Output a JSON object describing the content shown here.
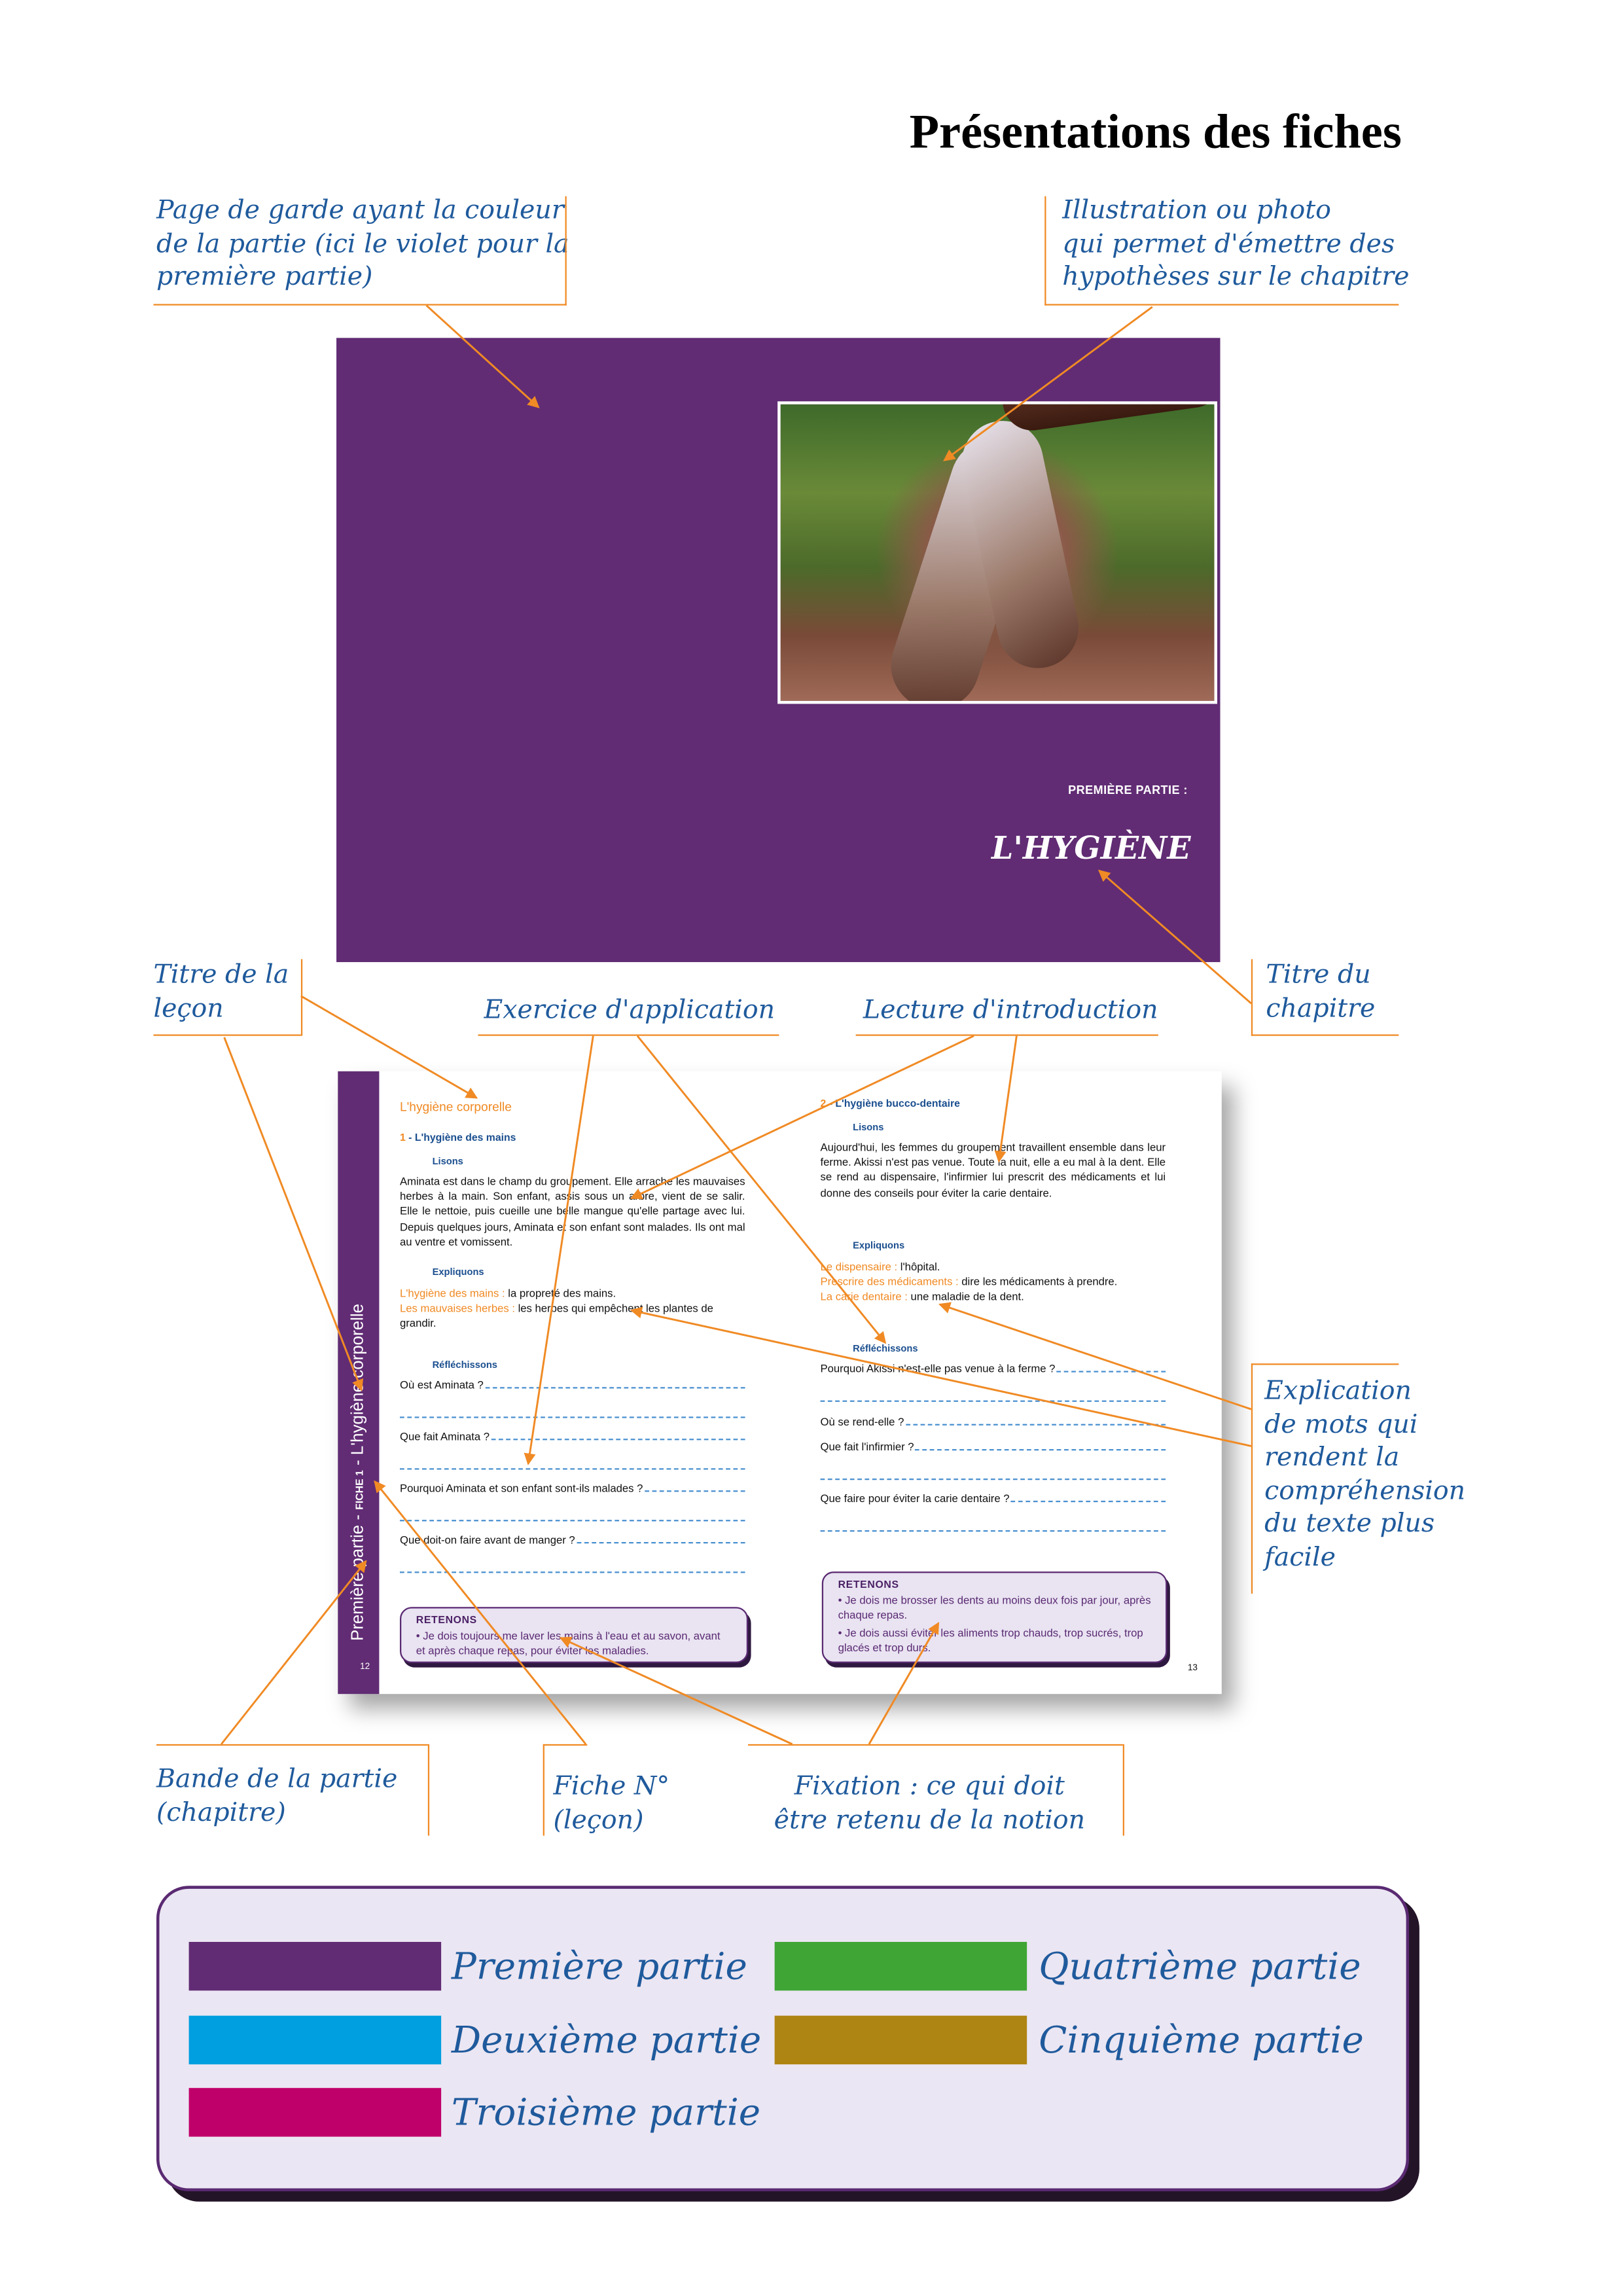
{
  "title": "Présentations des fiches",
  "annotations": {
    "cover_page": [
      "Page de garde ayant la couleur",
      "de la partie (ici le violet pour la",
      "première partie)"
    ],
    "illustration": [
      "Illustration ou photo",
      "qui permet d'émettre des",
      "hypothèses sur le chapitre"
    ],
    "lesson_title": [
      "Titre de la",
      "leçon"
    ],
    "exercise": "Exercice d'application",
    "reading": "Lecture d'introduction",
    "chapter_title": [
      "Titre du",
      "chapitre"
    ],
    "explanation": [
      "Explication",
      "de mots qui",
      "rendent la",
      "compréhension",
      "du texte plus",
      "facile"
    ],
    "band": [
      "Bande de la partie",
      "(chapitre)"
    ],
    "sheet": [
      "Fiche N°",
      "(leçon)"
    ],
    "fixation": [
      "Fixation : ce qui doit",
      "être retenu de la notion"
    ]
  },
  "cover": {
    "part": "PREMIÈRE PARTIE :",
    "chapter": "L'HYGIÈNE"
  },
  "left_page": {
    "band_part": "Première partie - ",
    "band_fiche": "FICHE 1",
    "band_title": " - L'hygiène corporelle",
    "page_number": "12",
    "lesson_title": "L'hygiène corporelle",
    "section_num": "1",
    "section_title": " - L'hygiène des mains",
    "read_heading": "Lisons",
    "reading": "Aminata est dans le champ du groupement. Elle arrache les mauvaises herbes à la main. Son enfant, assis sous un arbre, vient de se salir. Elle le nettoie, puis cueille une belle mangue qu'elle partage avec lui. Depuis quelques jours, Aminata et son enfant sont malades. Ils ont mal au ventre et vomissent.",
    "explain_heading": "Expliquons",
    "definitions": [
      {
        "term": "L'hygiène des mains : ",
        "def": "la propreté des mains."
      },
      {
        "term": "Les mauvaises herbes : ",
        "def": "les herbes qui empêchent les plantes de grandir."
      }
    ],
    "think_heading": "Réfléchissons",
    "questions": [
      "Où est Aminata ?",
      "Que fait Aminata ?",
      "Pourquoi Aminata et son enfant sont-ils malades ?",
      "Que doit-on faire avant de manger ?"
    ],
    "retain_heading": "RETENONS",
    "retain": [
      "• Je dois toujours me laver les mains à l'eau et au savon, avant et après chaque repas, pour éviter les maladies."
    ]
  },
  "right_page": {
    "page_number": "13",
    "section_num": "2",
    "section_title": " - L'hygiène bucco-dentaire",
    "read_heading": "Lisons",
    "reading": "Aujourd'hui, les femmes du groupement travaillent ensemble dans leur ferme. Akissi n'est pas venue. Toute la nuit, elle a eu mal à la dent. Elle se rend au dispensaire, l'infirmier lui prescrit des médicaments et lui donne des conseils pour éviter la carie dentaire.",
    "explain_heading": "Expliquons",
    "definitions": [
      {
        "term": "Le dispensaire : ",
        "def": "l'hôpital."
      },
      {
        "term": "Prescrire des médicaments : ",
        "def": "dire les médicaments à prendre."
      },
      {
        "term": "La carie dentaire : ",
        "def": "une maladie de la dent."
      }
    ],
    "think_heading": "Réfléchissons",
    "questions": [
      "Pourquoi Akissi n'est-elle pas venue à la ferme ?",
      "Où se rend-elle ?",
      "Que fait l'infirmier ?",
      "Que faire pour éviter la carie dentaire ?"
    ],
    "retain_heading": "RETENONS",
    "retain": [
      "• Je dois me brosser les dents au moins deux fois par jour, après chaque repas.",
      "• Je dois aussi éviter les aliments trop chauds, trop sucrés, trop glacés et trop durs."
    ]
  },
  "legend": [
    {
      "label": "Première partie",
      "color": "#612c74"
    },
    {
      "label": "Deuxième partie",
      "color": "#009fe0"
    },
    {
      "label": "Troisième partie",
      "color": "#c0006a"
    },
    {
      "label": "Quatrième partie",
      "color": "#3fa535"
    },
    {
      "label": "Cinquième partie",
      "color": "#ae8412"
    }
  ],
  "colors": {
    "arrow": "#f08a24",
    "annotation": "#1f5a9c",
    "heading_blue": "#1b4f8f"
  }
}
